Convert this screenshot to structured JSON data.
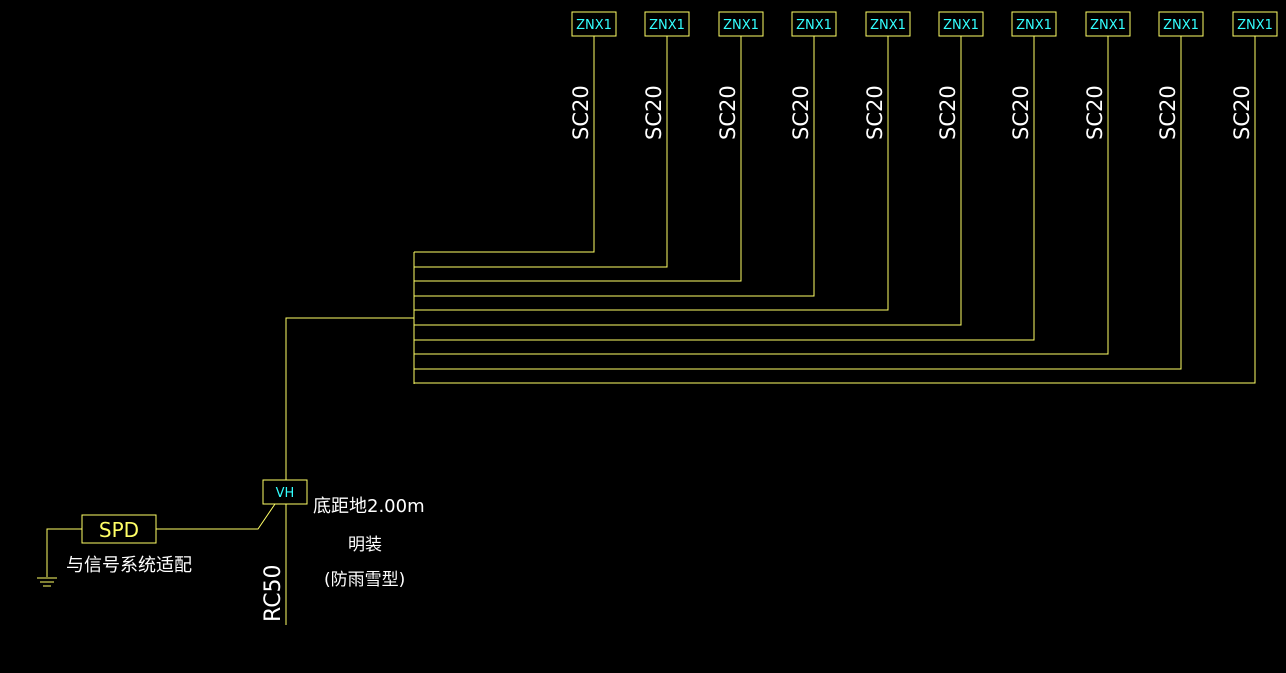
{
  "colors": {
    "background": "#000000",
    "wire": "#ffff66",
    "label_cyan": "#33ffff",
    "text_white": "#ffffff"
  },
  "terminals": [
    {
      "label": "ZNX1",
      "conduit": "SC20"
    },
    {
      "label": "ZNX1",
      "conduit": "SC20"
    },
    {
      "label": "ZNX1",
      "conduit": "SC20"
    },
    {
      "label": "ZNX1",
      "conduit": "SC20"
    },
    {
      "label": "ZNX1",
      "conduit": "SC20"
    },
    {
      "label": "ZNX1",
      "conduit": "SC20"
    },
    {
      "label": "ZNX1",
      "conduit": "SC20"
    },
    {
      "label": "ZNX1",
      "conduit": "SC20"
    },
    {
      "label": "ZNX1",
      "conduit": "SC20"
    },
    {
      "label": "ZNX1",
      "conduit": "SC20"
    }
  ],
  "vh_box": {
    "label": "VH"
  },
  "install_note": [
    "底距地2.00m",
    "明装",
    "(防雨雪型)"
  ],
  "spd": {
    "label": "SPD",
    "note": "与信号系统适配"
  },
  "incoming_conduit": "RC50",
  "ground_icon": "ground-icon"
}
